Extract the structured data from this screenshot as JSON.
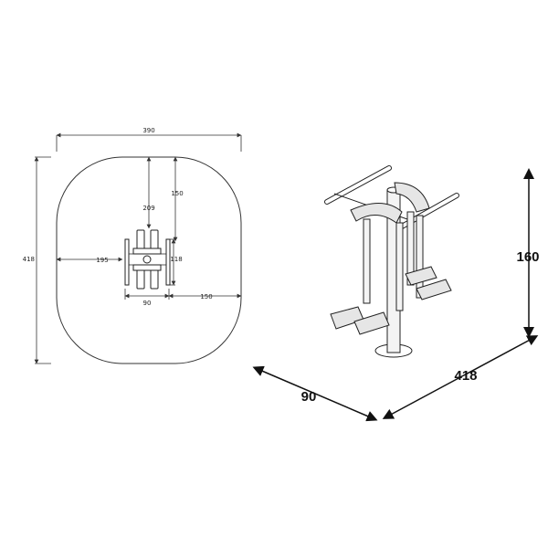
{
  "plan_view": {
    "dimensions": {
      "overall_width": "390",
      "overall_depth": "418",
      "clearance_front": "209",
      "clearance_back": "150",
      "clearance_left": "195",
      "clearance_right": "150",
      "equipment_width": "90",
      "equipment_length": "118"
    }
  },
  "perspective_view": {
    "dimensions": {
      "height": "160",
      "depth": "90",
      "length": "418"
    }
  }
}
